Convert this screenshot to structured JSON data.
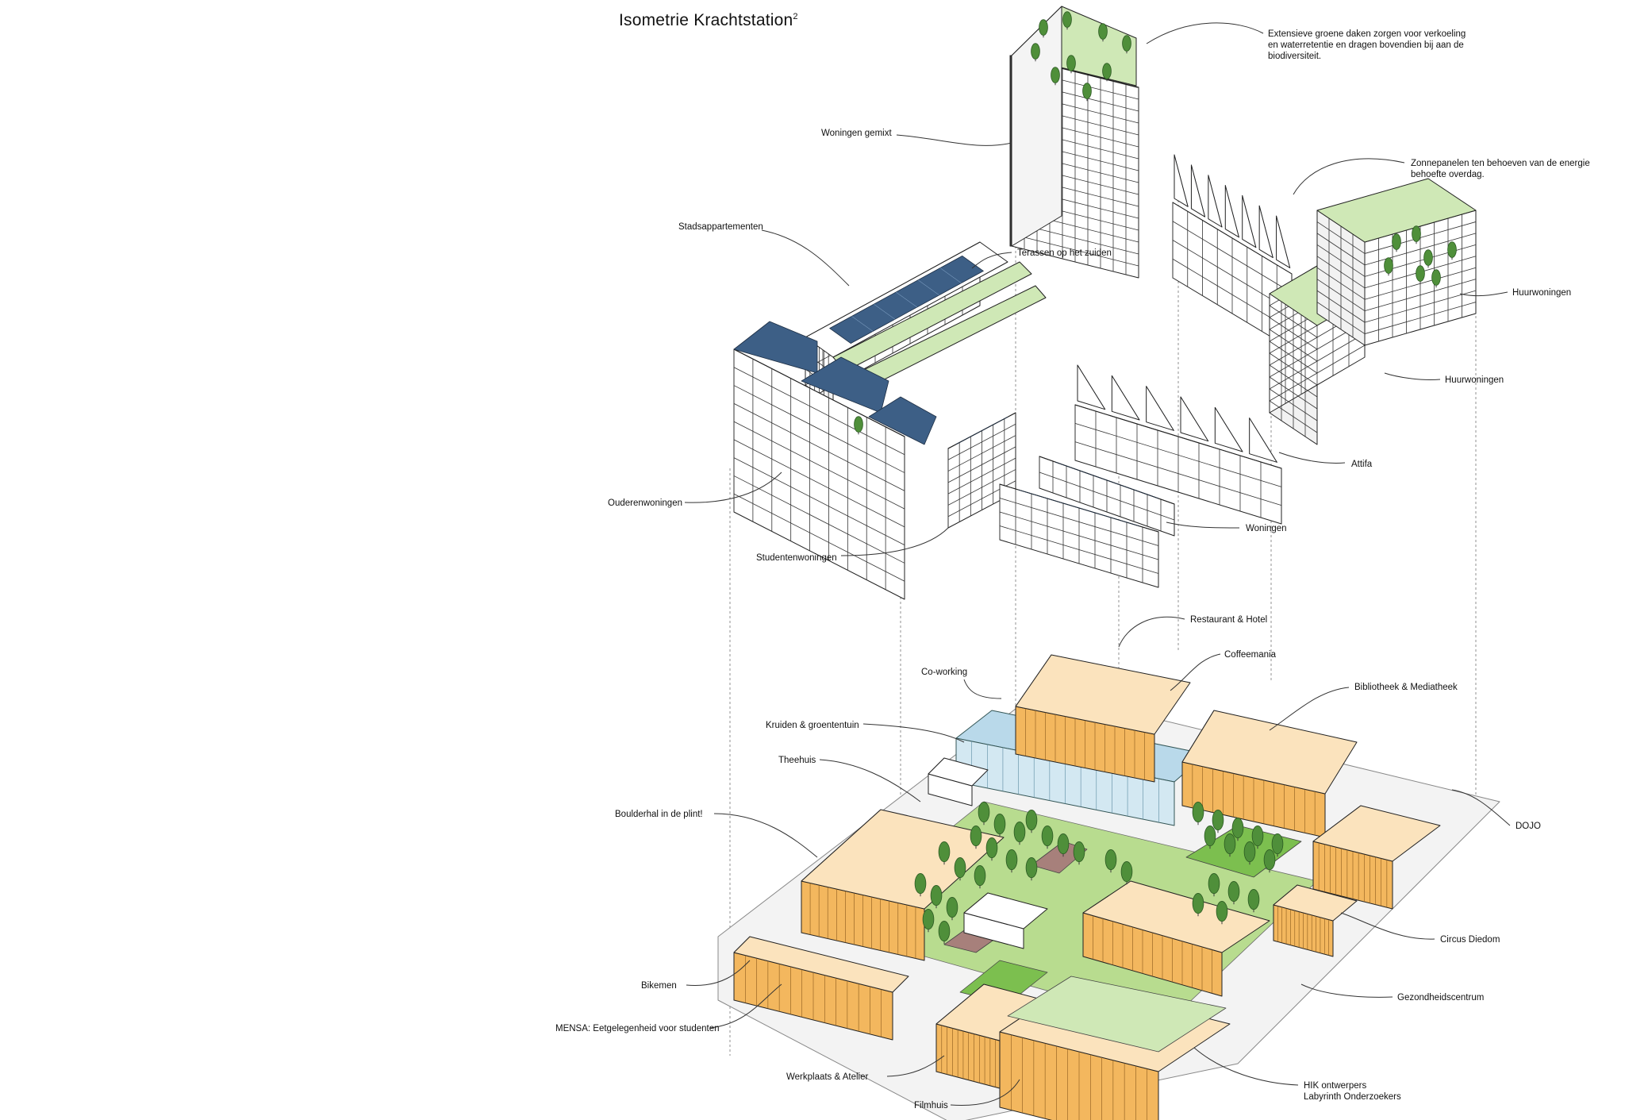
{
  "title": {
    "text": "Isometrie Krachtstation",
    "sup": "2"
  },
  "labels": {
    "green_roofs": "Extensieve groene daken zorgen voor verkoeling\nen waterretentie en dragen bovendien bij aan de\nbiodiversiteit.",
    "woningen_gemixt": "Woningen gemixt",
    "zonnepanelen": "Zonnepanelen ten behoeven van de energie\nbehoefte overdag.",
    "stadsappartementen": "Stadsappartementen",
    "terassen": "Terassen op het zuiden",
    "huurwoningen_1": "Huurwoningen",
    "huurwoningen_2": "Huurwoningen",
    "attifa": "Attifa",
    "ouderenwoningen": "Ouderenwoningen",
    "studentenwoningen": "Studentenwoningen",
    "woningen": "Woningen",
    "restaurant_hotel": "Restaurant & Hotel",
    "coffeemania": "Coffeemania",
    "coworking": "Co-working",
    "bibliotheek": "Bibliotheek & Mediatheek",
    "kruiden": "Kruiden  & groententuin",
    "theehuis": "Theehuis",
    "dojo": "DOJO",
    "boulderhal": "Boulderhal in de plint!",
    "circus": "Circus Diedom",
    "bikemen": "Bikemen",
    "gezondheidscentrum": "Gezondheidscentrum",
    "mensa": "MENSA: Eetgelegenheid voor studenten",
    "werkplaats": "Werkplaats & Atelier",
    "hik": "HIK ontwerpers\nLabyrinth Onderzoekers",
    "filmhuis": "Filmhuis"
  },
  "colors": {
    "green_roof": "#cfe8b6",
    "tree": "#4f8f3a",
    "solar": "#3d5f86",
    "timber": "#f3b75e",
    "glass": "#b9d9ea",
    "park": "#b8dc8f",
    "lawn": "#7cbf4f",
    "plaza": "#a7807b",
    "line": "#222222"
  }
}
